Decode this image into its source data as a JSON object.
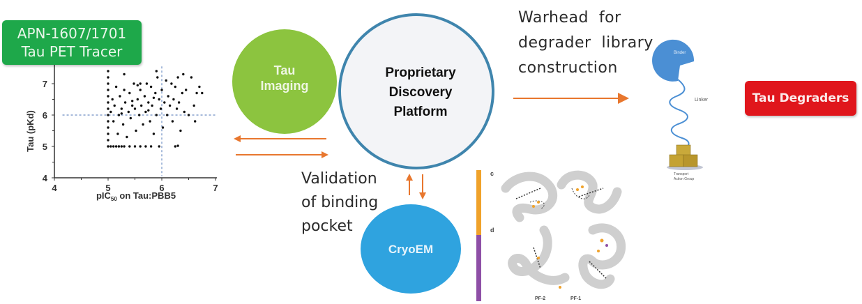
{
  "tracer_box": {
    "line1": "APN-1607/1701",
    "line2": "Tau PET Tracer",
    "color": "#1ea84a"
  },
  "tau_imaging": {
    "line1": "Tau",
    "line2": "Imaging",
    "color": "#8cc43f"
  },
  "platform": {
    "line1": "Proprietary",
    "line2": "Discovery",
    "line3": "Platform",
    "border_color": "#3f85ad",
    "fill_color": "#f3f4f7"
  },
  "cryoem": {
    "label": "CryoEM",
    "color": "#2fa3df"
  },
  "warhead_text": {
    "line1": "Warhead  for",
    "line2": "degrader  library",
    "line3": "construction"
  },
  "validation_text": {
    "line1": "Validation",
    "line2": "of binding",
    "line3": "pocket"
  },
  "degraders_box": {
    "label": "Tau Degraders",
    "color": "#e0161c"
  },
  "degrader_molecule": {
    "binder_label": "Binder",
    "linker_label": "Linker",
    "group_label_line1": "Transport",
    "group_label_line2": "Action Group"
  },
  "cryoem_panel": {
    "panel_c_label": "c",
    "panel_d_label": "d",
    "pf2_label": "PF-2",
    "pf1_label": "PF-1",
    "bar_colors": [
      "#f0a22a",
      "#8e4fa6"
    ]
  },
  "arrow_color": "#e8772e",
  "chart_data": {
    "type": "scatter",
    "title": "",
    "xlabel": "pIC50 on Tau:PBB5",
    "ylabel": "Tau (pKd)",
    "xlim": [
      4,
      7
    ],
    "ylim": [
      4,
      7.5
    ],
    "xticks": [
      "4",
      "5",
      "6",
      "7"
    ],
    "yticks": [
      "4",
      "5",
      "6",
      "7"
    ],
    "reference_lines": {
      "x": 6,
      "y": 6
    },
    "grid": false,
    "points": [
      [
        5.0,
        5.0
      ],
      [
        5.0,
        5.2
      ],
      [
        5.0,
        5.4
      ],
      [
        5.0,
        5.6
      ],
      [
        5.0,
        5.8
      ],
      [
        5.0,
        6.0
      ],
      [
        5.0,
        6.2
      ],
      [
        5.0,
        6.4
      ],
      [
        5.0,
        6.6
      ],
      [
        5.0,
        6.8
      ],
      [
        5.0,
        7.0
      ],
      [
        5.0,
        7.2
      ],
      [
        5.0,
        7.4
      ],
      [
        5.05,
        5.0
      ],
      [
        5.1,
        5.0
      ],
      [
        5.15,
        5.0
      ],
      [
        5.2,
        5.0
      ],
      [
        5.25,
        5.0
      ],
      [
        5.3,
        5.0
      ],
      [
        5.4,
        5.0
      ],
      [
        5.5,
        5.0
      ],
      [
        5.6,
        5.0
      ],
      [
        5.7,
        5.0
      ],
      [
        5.8,
        5.0
      ],
      [
        5.95,
        5.0
      ],
      [
        6.25,
        5.0
      ],
      [
        6.3,
        5.02
      ],
      [
        5.05,
        6.1
      ],
      [
        5.08,
        6.5
      ],
      [
        5.1,
        5.8
      ],
      [
        5.12,
        6.3
      ],
      [
        5.15,
        6.9
      ],
      [
        5.18,
        5.4
      ],
      [
        5.2,
        6.0
      ],
      [
        5.22,
        6.6
      ],
      [
        5.25,
        6.2
      ],
      [
        5.28,
        5.7
      ],
      [
        5.3,
        6.8
      ],
      [
        5.32,
        6.4
      ],
      [
        5.35,
        5.3
      ],
      [
        5.38,
        6.1
      ],
      [
        5.4,
        6.7
      ],
      [
        5.42,
        5.9
      ],
      [
        5.45,
        6.3
      ],
      [
        5.48,
        7.0
      ],
      [
        5.5,
        6.2
      ],
      [
        5.52,
        5.5
      ],
      [
        5.55,
        6.5
      ],
      [
        5.58,
        6.0
      ],
      [
        5.6,
        6.8
      ],
      [
        5.62,
        6.3
      ],
      [
        5.65,
        5.7
      ],
      [
        5.68,
        6.6
      ],
      [
        5.7,
        6.1
      ],
      [
        5.72,
        7.0
      ],
      [
        5.75,
        6.4
      ],
      [
        5.78,
        5.8
      ],
      [
        5.8,
        6.9
      ],
      [
        5.82,
        6.3
      ],
      [
        5.85,
        5.4
      ],
      [
        5.88,
        6.7
      ],
      [
        5.9,
        6.0
      ],
      [
        5.92,
        7.2
      ],
      [
        5.95,
        6.5
      ],
      [
        5.98,
        6.2
      ],
      [
        6.0,
        6.8
      ],
      [
        6.02,
        5.6
      ],
      [
        6.05,
        6.4
      ],
      [
        6.08,
        7.1
      ],
      [
        6.1,
        6.0
      ],
      [
        6.12,
        6.6
      ],
      [
        6.15,
        6.3
      ],
      [
        6.18,
        7.0
      ],
      [
        6.2,
        5.8
      ],
      [
        6.22,
        6.5
      ],
      [
        6.25,
        6.9
      ],
      [
        6.28,
        6.2
      ],
      [
        6.3,
        7.2
      ],
      [
        6.32,
        6.4
      ],
      [
        6.35,
        5.5
      ],
      [
        6.38,
        6.7
      ],
      [
        6.4,
        7.3
      ],
      [
        6.42,
        6.1
      ],
      [
        6.45,
        6.8
      ],
      [
        6.5,
        6.0
      ],
      [
        6.55,
        7.2
      ],
      [
        6.6,
        6.3
      ],
      [
        6.62,
        5.8
      ],
      [
        6.65,
        6.7
      ],
      [
        6.7,
        6.9
      ],
      [
        6.75,
        6.7
      ],
      [
        5.3,
        7.3
      ],
      [
        5.6,
        7.0
      ],
      [
        5.9,
        7.4
      ],
      [
        5.25,
        6.05
      ],
      [
        5.45,
        6.45
      ],
      [
        5.55,
        6.95
      ],
      [
        5.75,
        6.15
      ],
      [
        5.85,
        6.55
      ]
    ]
  }
}
